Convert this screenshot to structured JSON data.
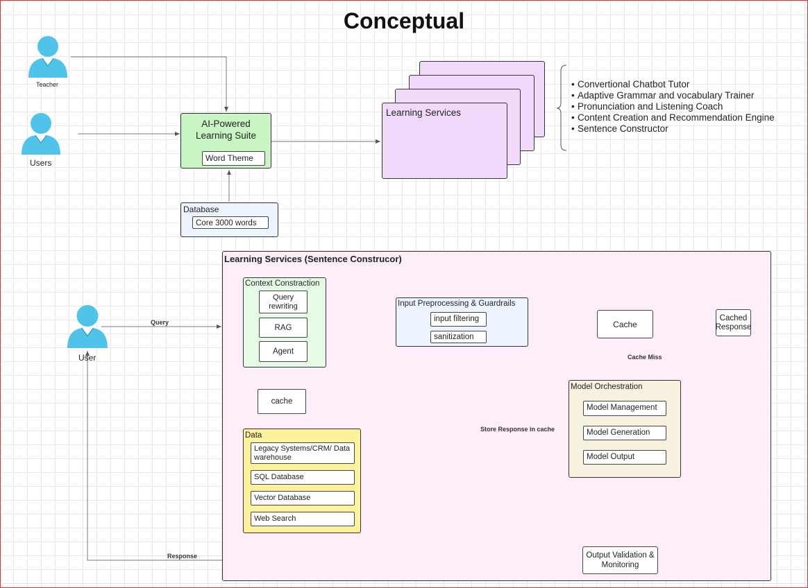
{
  "title": "Conceptual",
  "actors": {
    "teacher": "Teacher",
    "users": "Users",
    "user": "User"
  },
  "suite": {
    "title": "AI-Powered Learning Suite",
    "word_theme": "Word Theme"
  },
  "database": {
    "title": "Database",
    "core_words": "Core 3000 words"
  },
  "learning_services_stack": {
    "title": "Learning Services",
    "items": [
      "Convertional Chatbot Tutor",
      "Adaptive Grammar and vocabulary Trainer",
      "Pronunciation and Listening Coach",
      "Content Creation and Recommendation Engine",
      "Sentence Constructor"
    ]
  },
  "sentence_constructor": {
    "title": "Learning Services (Sentence Construcor)",
    "context": {
      "title": "Context Constraction",
      "query_rewriting": "Query rewriting",
      "rag": "RAG",
      "agent": "Agent"
    },
    "cache_small": "cache",
    "data": {
      "title": "Data",
      "items": [
        "Legacy Systems/CRM/ Data warehouse",
        "SQL Database",
        "Vector Database",
        "Web Search"
      ]
    },
    "preprocessing": {
      "title": "Input Preprocessing & Guardrails",
      "input_filtering": "input filtering",
      "sanitization": "sanitization"
    },
    "cache": "Cache",
    "cached_response": "Cached Response",
    "cache_miss": "Cache Miss",
    "store_response": "Store Response in cache",
    "orchestration": {
      "title": "Model Orchestration",
      "management": "Model Management",
      "generation": "Model Generation",
      "output": "Model Output"
    },
    "output_validation": "Output Validation & Monitoring"
  },
  "edges": {
    "query": "Query",
    "response": "Response"
  },
  "colors": {
    "suite_fill": "#c9f5c5",
    "database_fill": "#edf3ff",
    "services_fill": "#f1d9fb",
    "section_fill": "#fdeefa",
    "context_fill": "#e6fbe6",
    "data_fill": "#fdf29b",
    "preprocess_fill": "#edf3ff",
    "orchestration_fill": "#f7f1df",
    "person": "#4fc3ea"
  }
}
